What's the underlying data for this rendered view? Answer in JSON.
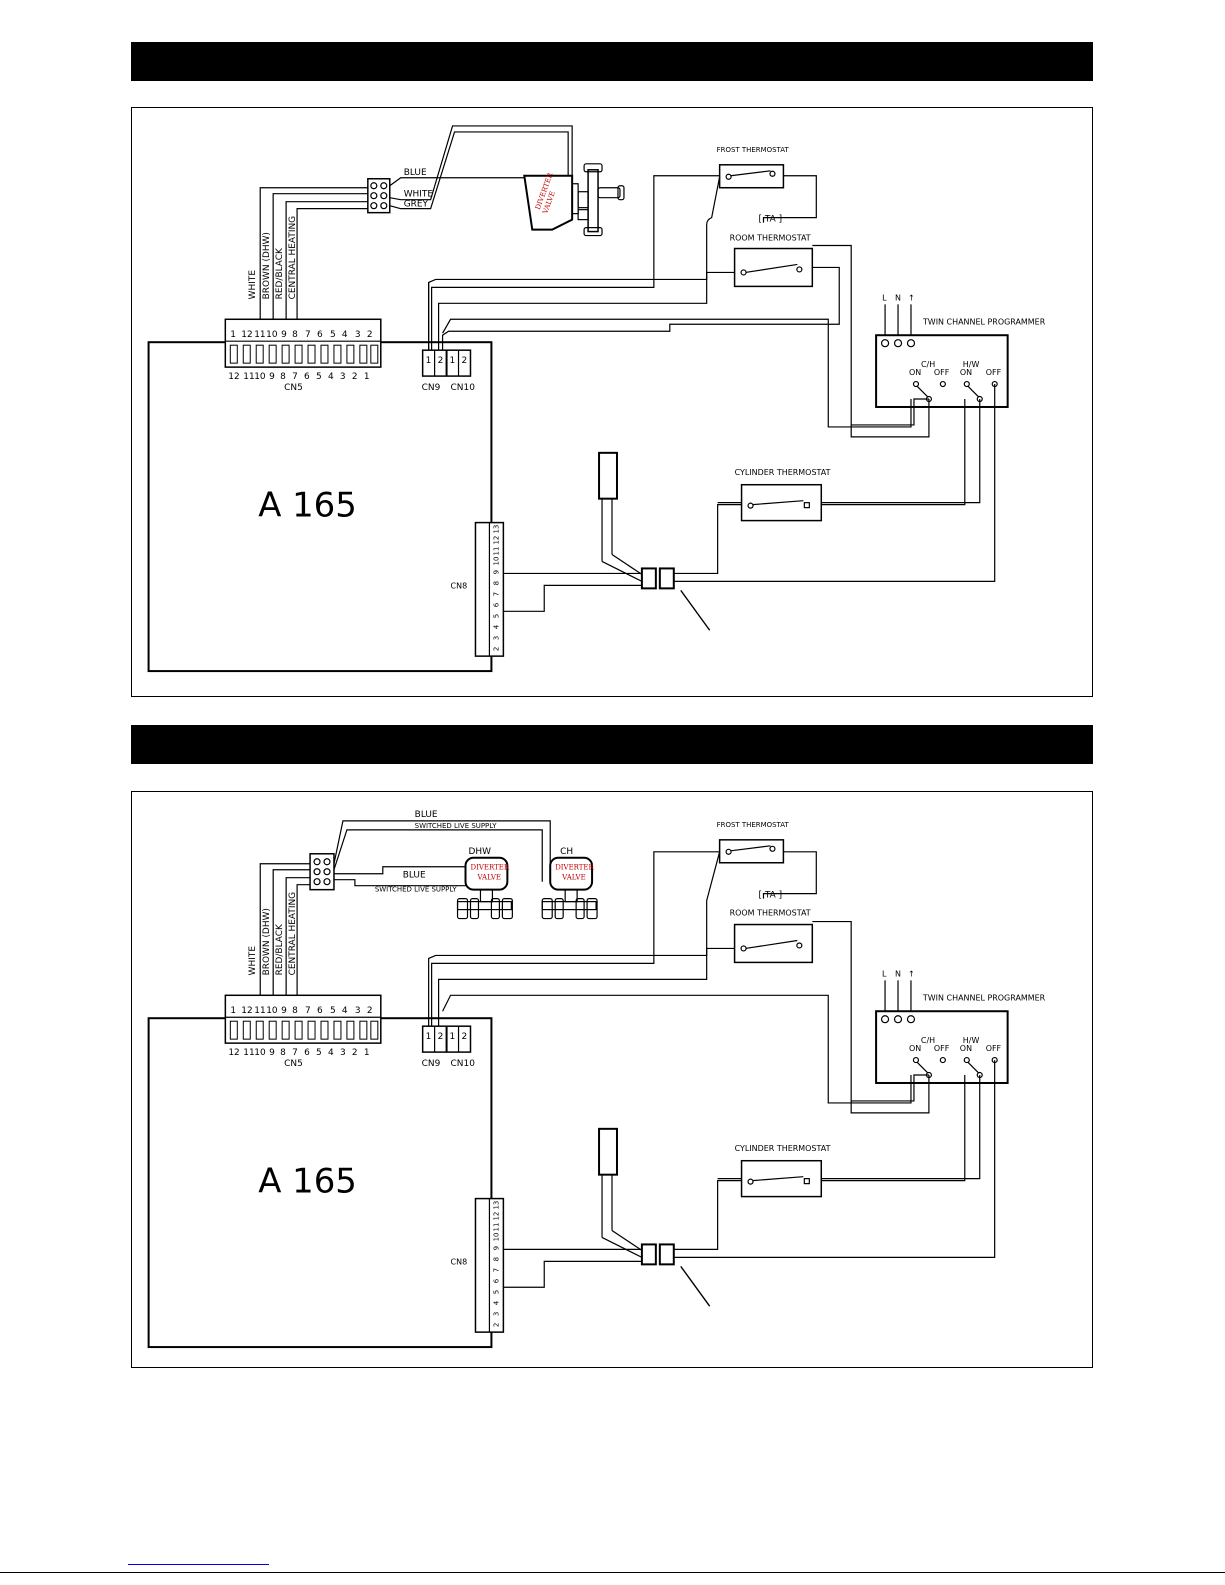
{
  "diagrams": [
    {
      "board": "A 165",
      "cn5_top": [
        "1",
        "12",
        "11",
        "10",
        "9",
        "8",
        "7",
        "6",
        "5",
        "4",
        "3",
        "2"
      ],
      "cn5_bottom": [
        "12",
        "11",
        "10",
        "9",
        "8",
        "7",
        "6",
        "5",
        "4",
        "3",
        "2",
        "1"
      ],
      "cn5_label": "CN5",
      "cn9_label": "CN9",
      "cn10_label": "CN10",
      "cn9_pins": [
        "1",
        "2"
      ],
      "cn10_pins": [
        "1",
        "2"
      ],
      "cn8_label": "CN8",
      "cn8_pins": [
        "2",
        "3",
        "4",
        "5",
        "6",
        "7",
        "8",
        "9",
        "10",
        "11",
        "12",
        "13"
      ],
      "wire_labels": [
        "WHITE",
        "BROWN (DHW)",
        "RED/BLACK",
        "CENTRAL HEATING"
      ],
      "blue": "BLUE",
      "white": "WHITE",
      "grey": "GREY",
      "valve_line1": "DIVERTER",
      "valve_line2": "VALVE",
      "frost": "FROST THERMOSTAT",
      "ta": "[ TA ]",
      "room": "ROOM THERMOSTAT",
      "lne": [
        "L",
        "N",
        "↑"
      ],
      "programmer": "TWIN CHANNEL PROGRAMMER",
      "ch": "C/H",
      "hw": "H/W",
      "on": "ON",
      "off": "OFF",
      "cylinder": "CYLINDER THERMOSTAT"
    },
    {
      "board": "A 165",
      "cn5_top": [
        "1",
        "12",
        "11",
        "10",
        "9",
        "8",
        "7",
        "6",
        "5",
        "4",
        "3",
        "2"
      ],
      "cn5_bottom": [
        "12",
        "11",
        "10",
        "9",
        "8",
        "7",
        "6",
        "5",
        "4",
        "3",
        "2",
        "1"
      ],
      "cn5_label": "CN5",
      "cn9_label": "CN9",
      "cn10_label": "CN10",
      "cn9_pins": [
        "1",
        "2"
      ],
      "cn10_pins": [
        "1",
        "2"
      ],
      "cn8_label": "CN8",
      "cn8_pins": [
        "2",
        "3",
        "4",
        "5",
        "6",
        "7",
        "8",
        "9",
        "10",
        "11",
        "12",
        "13"
      ],
      "wire_labels": [
        "WHITE",
        "BROWN (DHW)",
        "RED/BLACK",
        "CENTRAL HEATING"
      ],
      "blue_top": "BLUE",
      "switched_top": "SWITCHED LIVE SUPPLY",
      "blue_mid": "BLUE",
      "switched_mid": "SWITCHED LIVE SUPPLY",
      "dhw": "DHW",
      "ch_valve": "CH",
      "valve_line1": "DIVERTER",
      "valve_line2": "VALVE",
      "frost": "FROST THERMOSTAT",
      "ta": "[ TA ]",
      "room": "ROOM THERMOSTAT",
      "lne": [
        "L",
        "N",
        "↑"
      ],
      "programmer": "TWIN CHANNEL PROGRAMMER",
      "ch": "C/H",
      "hw": "H/W",
      "on": "ON",
      "off": "OFF",
      "cylinder": "CYLINDER THERMOSTAT"
    }
  ]
}
